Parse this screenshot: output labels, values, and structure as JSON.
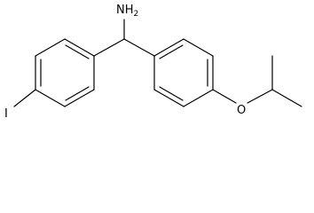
{
  "molecule": {
    "atoms": {
      "amine_label": "NH",
      "amine_subscript": "2",
      "iodine_label": "I",
      "oxygen_label": "O"
    },
    "colors": {
      "bond": "#000000",
      "label": "#000000",
      "background": "#ffffff"
    }
  }
}
